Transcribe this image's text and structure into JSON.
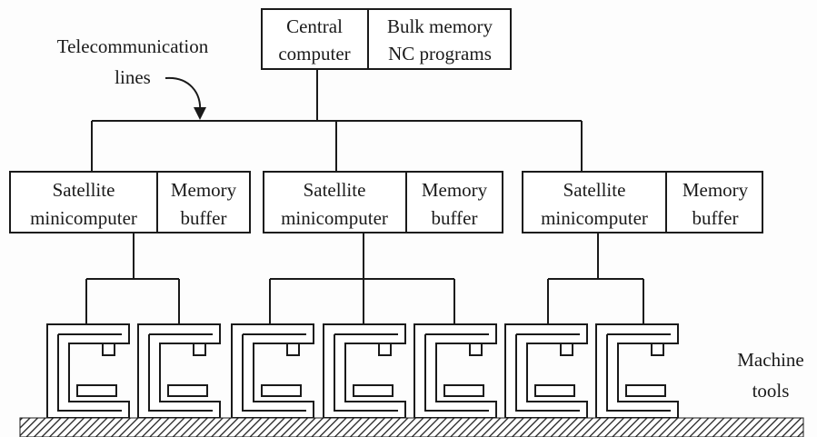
{
  "central": {
    "left_line1": "Central",
    "left_line2": "computer",
    "right_line1": "Bulk memory",
    "right_line2": "NC programs"
  },
  "telecom_label": {
    "line1": "Telecommunication",
    "line2": "lines"
  },
  "satellites": [
    {
      "left_line1": "Satellite",
      "left_line2": "minicomputer",
      "right_line1": "Memory",
      "right_line2": "buffer"
    },
    {
      "left_line1": "Satellite",
      "left_line2": "minicomputer",
      "right_line1": "Memory",
      "right_line2": "buffer"
    },
    {
      "left_line1": "Satellite",
      "left_line2": "minicomputer",
      "right_line1": "Memory",
      "right_line2": "buffer"
    }
  ],
  "machine_label": {
    "line1": "Machine",
    "line2": "tools"
  }
}
